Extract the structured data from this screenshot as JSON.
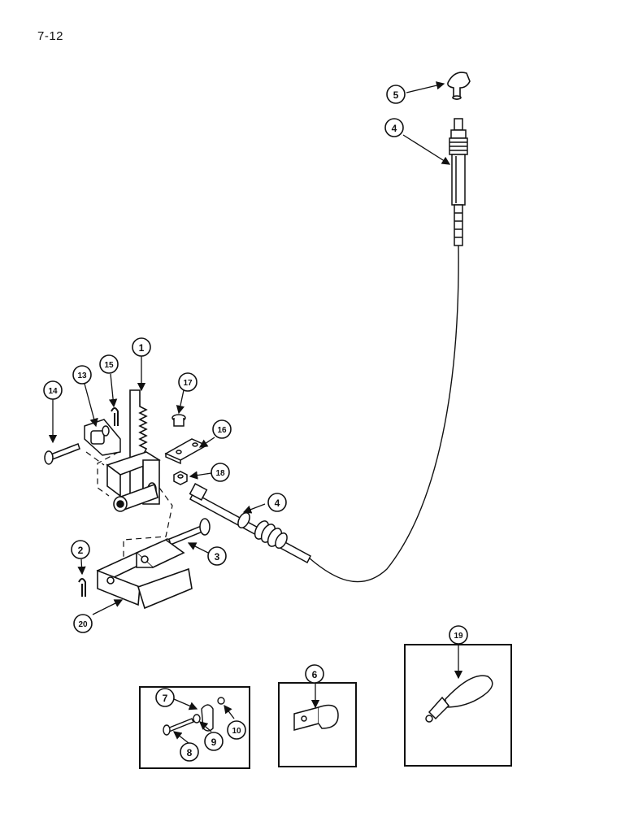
{
  "page": {
    "number": "7-12"
  },
  "callouts": {
    "c1": "1",
    "c2": "2",
    "c3": "3",
    "c4a": "4",
    "c4b": "4",
    "c5": "5",
    "c6": "6",
    "c7": "7",
    "c8": "8",
    "c9": "9",
    "c10": "10",
    "c13": "13",
    "c14": "14",
    "c15": "15",
    "c16": "16",
    "c17": "17",
    "c18": "18",
    "c19": "19",
    "c20": "20"
  }
}
